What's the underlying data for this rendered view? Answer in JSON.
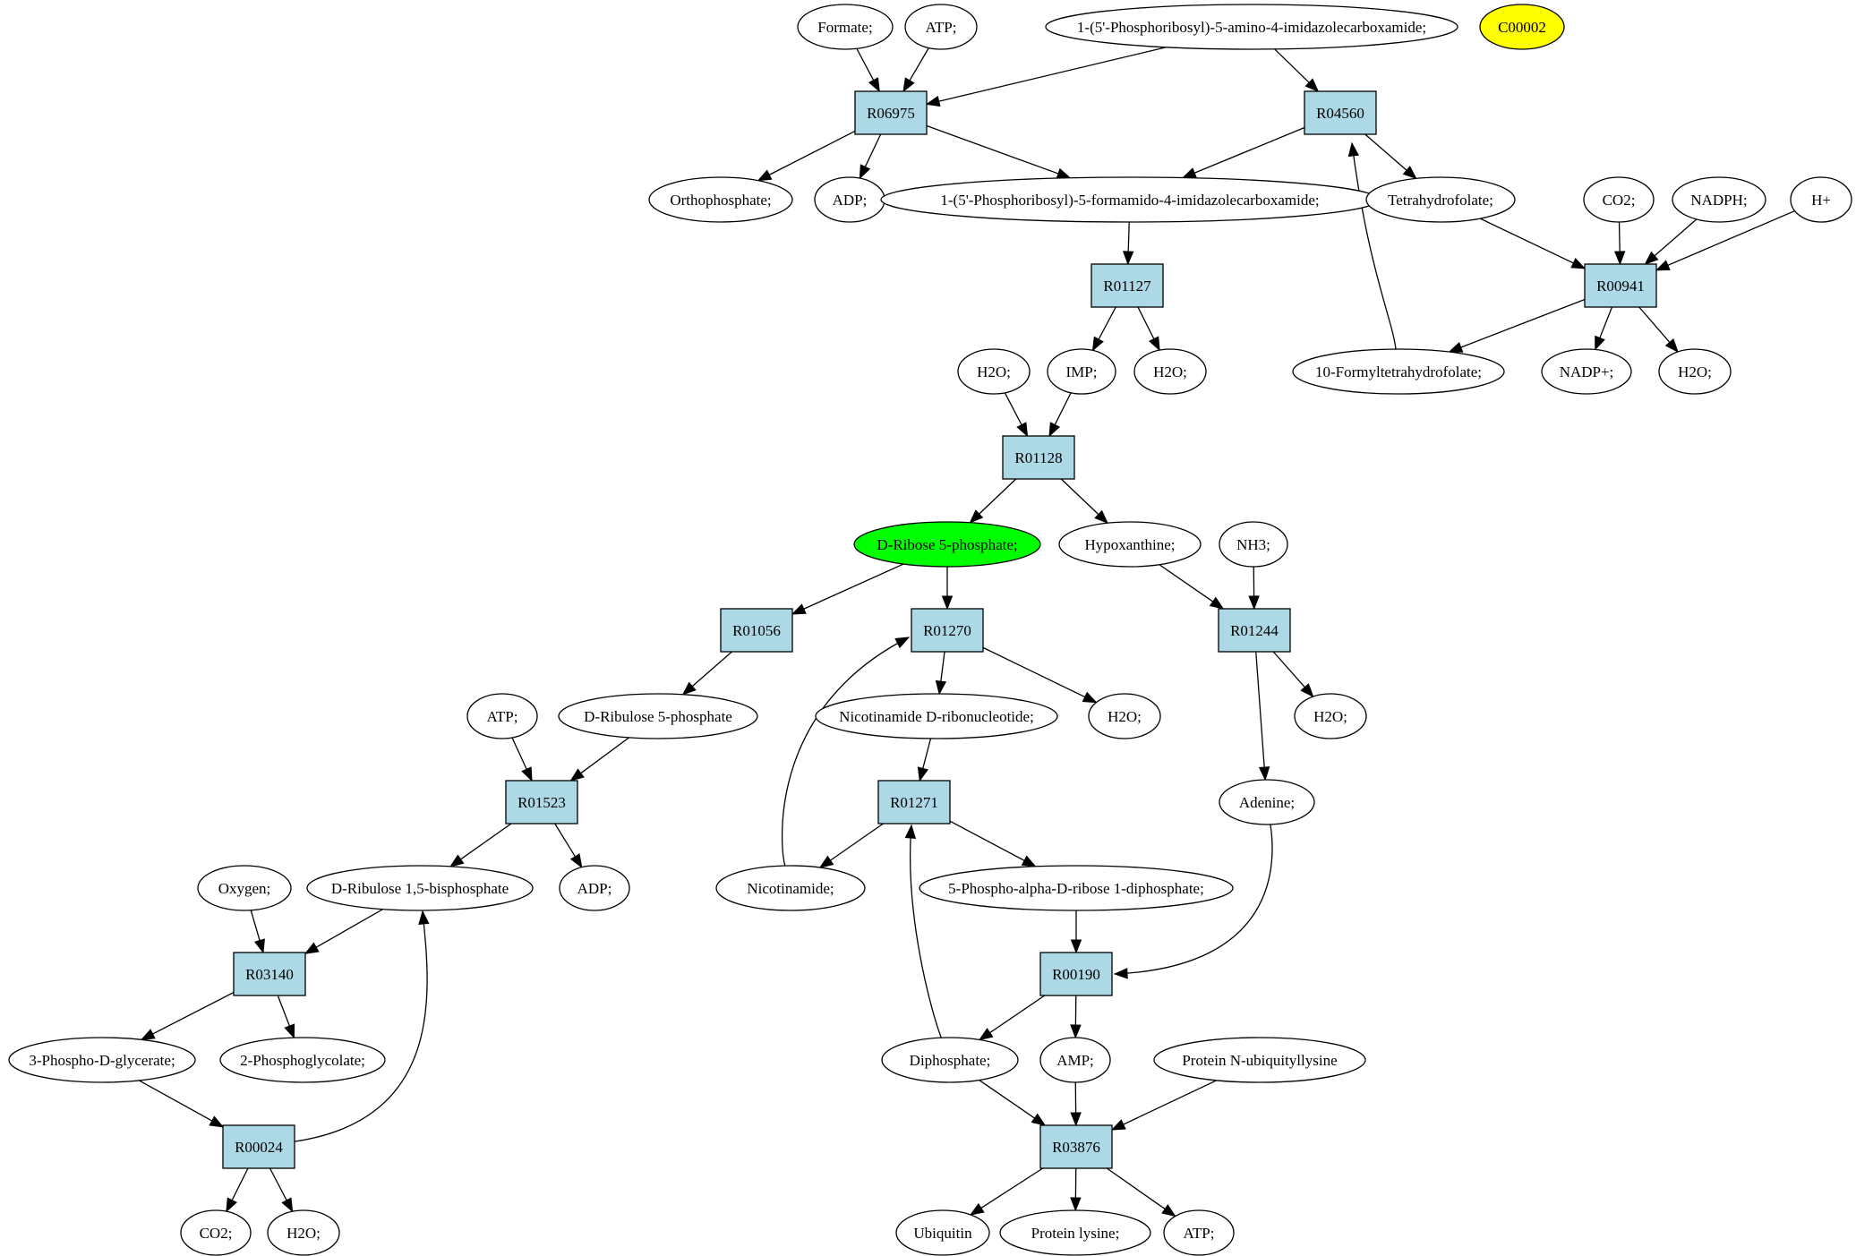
{
  "colors": {
    "reaction_fill": "#add8e6",
    "compound_fill": "#ffffff",
    "highlight_green": "#00ff00",
    "highlight_yellow": "#ffff00",
    "stroke": "#000000"
  },
  "nodes": {
    "c_formate": {
      "label": "Formate;"
    },
    "c_atp1": {
      "label": "ATP;"
    },
    "c_aicar": {
      "label": "1-(5'-Phosphoribosyl)-5-amino-4-imidazolecarboxamide;"
    },
    "c_c00002": {
      "label": "C00002",
      "highlight": "yellow"
    },
    "r_R06975": {
      "label": "R06975"
    },
    "r_R04560": {
      "label": "R04560"
    },
    "c_orthophosphate": {
      "label": "Orthophosphate;"
    },
    "c_adp1": {
      "label": "ADP;"
    },
    "c_faicar": {
      "label": "1-(5'-Phosphoribosyl)-5-formamido-4-imidazolecarboxamide;"
    },
    "c_thf": {
      "label": "Tetrahydrofolate;"
    },
    "c_co2_1": {
      "label": "CO2;"
    },
    "c_nadph": {
      "label": "NADPH;"
    },
    "c_hplus": {
      "label": "H+"
    },
    "r_R01127": {
      "label": "R01127"
    },
    "r_R00941": {
      "label": "R00941"
    },
    "c_h2o_a": {
      "label": "H2O;"
    },
    "c_imp": {
      "label": "IMP;"
    },
    "c_h2o_b": {
      "label": "H2O;"
    },
    "c_10fthf": {
      "label": "10-Formyltetrahydrofolate;"
    },
    "c_nadp": {
      "label": "NADP+;"
    },
    "c_h2o_c": {
      "label": "H2O;"
    },
    "r_R01128": {
      "label": "R01128"
    },
    "c_r5p": {
      "label": "D-Ribose 5-phosphate;",
      "highlight": "green"
    },
    "c_hypoxanthine": {
      "label": "Hypoxanthine;"
    },
    "c_nh3": {
      "label": "NH3;"
    },
    "r_R01056": {
      "label": "R01056"
    },
    "r_R01270": {
      "label": "R01270"
    },
    "r_R01244": {
      "label": "R01244"
    },
    "c_atp2": {
      "label": "ATP;"
    },
    "c_ru5p": {
      "label": "D-Ribulose 5-phosphate"
    },
    "c_nmn": {
      "label": "Nicotinamide D-ribonucleotide;"
    },
    "c_h2o_d": {
      "label": "H2O;"
    },
    "c_h2o_e": {
      "label": "H2O;"
    },
    "r_R01523": {
      "label": "R01523"
    },
    "r_R01271": {
      "label": "R01271"
    },
    "c_adenine": {
      "label": "Adenine;"
    },
    "c_oxygen": {
      "label": "Oxygen;"
    },
    "c_rubp": {
      "label": "D-Ribulose 1,5-bisphosphate"
    },
    "c_adp2": {
      "label": "ADP;"
    },
    "c_nicotinamide": {
      "label": "Nicotinamide;"
    },
    "c_prpp": {
      "label": "5-Phospho-alpha-D-ribose 1-diphosphate;"
    },
    "r_R03140": {
      "label": "R03140"
    },
    "r_R00190": {
      "label": "R00190"
    },
    "c_3pg": {
      "label": "3-Phospho-D-glycerate;"
    },
    "c_2pgly": {
      "label": "2-Phosphoglycolate;"
    },
    "c_diphosphate": {
      "label": "Diphosphate;"
    },
    "c_amp": {
      "label": "AMP;"
    },
    "c_protubk": {
      "label": "Protein N-ubiquityllysine"
    },
    "r_R00024": {
      "label": "R00024"
    },
    "r_R03876": {
      "label": "R03876"
    },
    "c_co2_2": {
      "label": "CO2;"
    },
    "c_h2o_f": {
      "label": "H2O;"
    },
    "c_ubiquitin": {
      "label": "Ubiquitin"
    },
    "c_protlys": {
      "label": "Protein lysine;"
    },
    "c_atp3": {
      "label": "ATP;"
    }
  },
  "edges": [
    [
      "c_formate",
      "r_R06975"
    ],
    [
      "c_atp1",
      "r_R06975"
    ],
    [
      "c_aicar",
      "r_R06975"
    ],
    [
      "c_aicar",
      "r_R04560"
    ],
    [
      "r_R06975",
      "c_orthophosphate"
    ],
    [
      "r_R06975",
      "c_adp1"
    ],
    [
      "r_R06975",
      "c_faicar"
    ],
    [
      "r_R04560",
      "c_faicar"
    ],
    [
      "r_R04560",
      "c_thf"
    ],
    [
      "c_10fthf",
      "r_R04560"
    ],
    [
      "c_thf",
      "r_R00941"
    ],
    [
      "c_co2_1",
      "r_R00941"
    ],
    [
      "c_nadph",
      "r_R00941"
    ],
    [
      "c_hplus",
      "r_R00941"
    ],
    [
      "r_R00941",
      "c_10fthf"
    ],
    [
      "r_R00941",
      "c_nadp"
    ],
    [
      "r_R00941",
      "c_h2o_c"
    ],
    [
      "c_faicar",
      "r_R01127"
    ],
    [
      "r_R01127",
      "c_imp"
    ],
    [
      "r_R01127",
      "c_h2o_b"
    ],
    [
      "c_h2o_a",
      "r_R01128"
    ],
    [
      "c_imp",
      "r_R01128"
    ],
    [
      "r_R01128",
      "c_r5p"
    ],
    [
      "r_R01128",
      "c_hypoxanthine"
    ],
    [
      "c_r5p",
      "r_R01056"
    ],
    [
      "c_r5p",
      "r_R01270"
    ],
    [
      "c_hypoxanthine",
      "r_R01244"
    ],
    [
      "c_nh3",
      "r_R01244"
    ],
    [
      "r_R01244",
      "c_h2o_e"
    ],
    [
      "r_R01244",
      "c_adenine"
    ],
    [
      "r_R01056",
      "c_ru5p"
    ],
    [
      "r_R01270",
      "c_nmn"
    ],
    [
      "r_R01270",
      "c_h2o_d"
    ],
    [
      "c_nicotinamide",
      "r_R01270"
    ],
    [
      "c_atp2",
      "r_R01523"
    ],
    [
      "c_ru5p",
      "r_R01523"
    ],
    [
      "r_R01523",
      "c_rubp"
    ],
    [
      "r_R01523",
      "c_adp2"
    ],
    [
      "c_nmn",
      "r_R01271"
    ],
    [
      "c_diphosphate",
      "r_R01271"
    ],
    [
      "r_R01271",
      "c_nicotinamide"
    ],
    [
      "r_R01271",
      "c_prpp"
    ],
    [
      "c_oxygen",
      "r_R03140"
    ],
    [
      "c_rubp",
      "r_R03140"
    ],
    [
      "r_R03140",
      "c_3pg"
    ],
    [
      "r_R03140",
      "c_2pgly"
    ],
    [
      "c_3pg",
      "r_R00024"
    ],
    [
      "r_R00024",
      "c_rubp"
    ],
    [
      "r_R00024",
      "c_co2_2"
    ],
    [
      "r_R00024",
      "c_h2o_f"
    ],
    [
      "c_prpp",
      "r_R00190"
    ],
    [
      "c_adenine",
      "r_R00190"
    ],
    [
      "r_R00190",
      "c_diphosphate"
    ],
    [
      "r_R00190",
      "c_amp"
    ],
    [
      "c_diphosphate",
      "r_R03876"
    ],
    [
      "c_amp",
      "r_R03876"
    ],
    [
      "c_protubk",
      "r_R03876"
    ],
    [
      "r_R03876",
      "c_ubiquitin"
    ],
    [
      "r_R03876",
      "c_protlys"
    ],
    [
      "r_R03876",
      "c_atp3"
    ]
  ]
}
